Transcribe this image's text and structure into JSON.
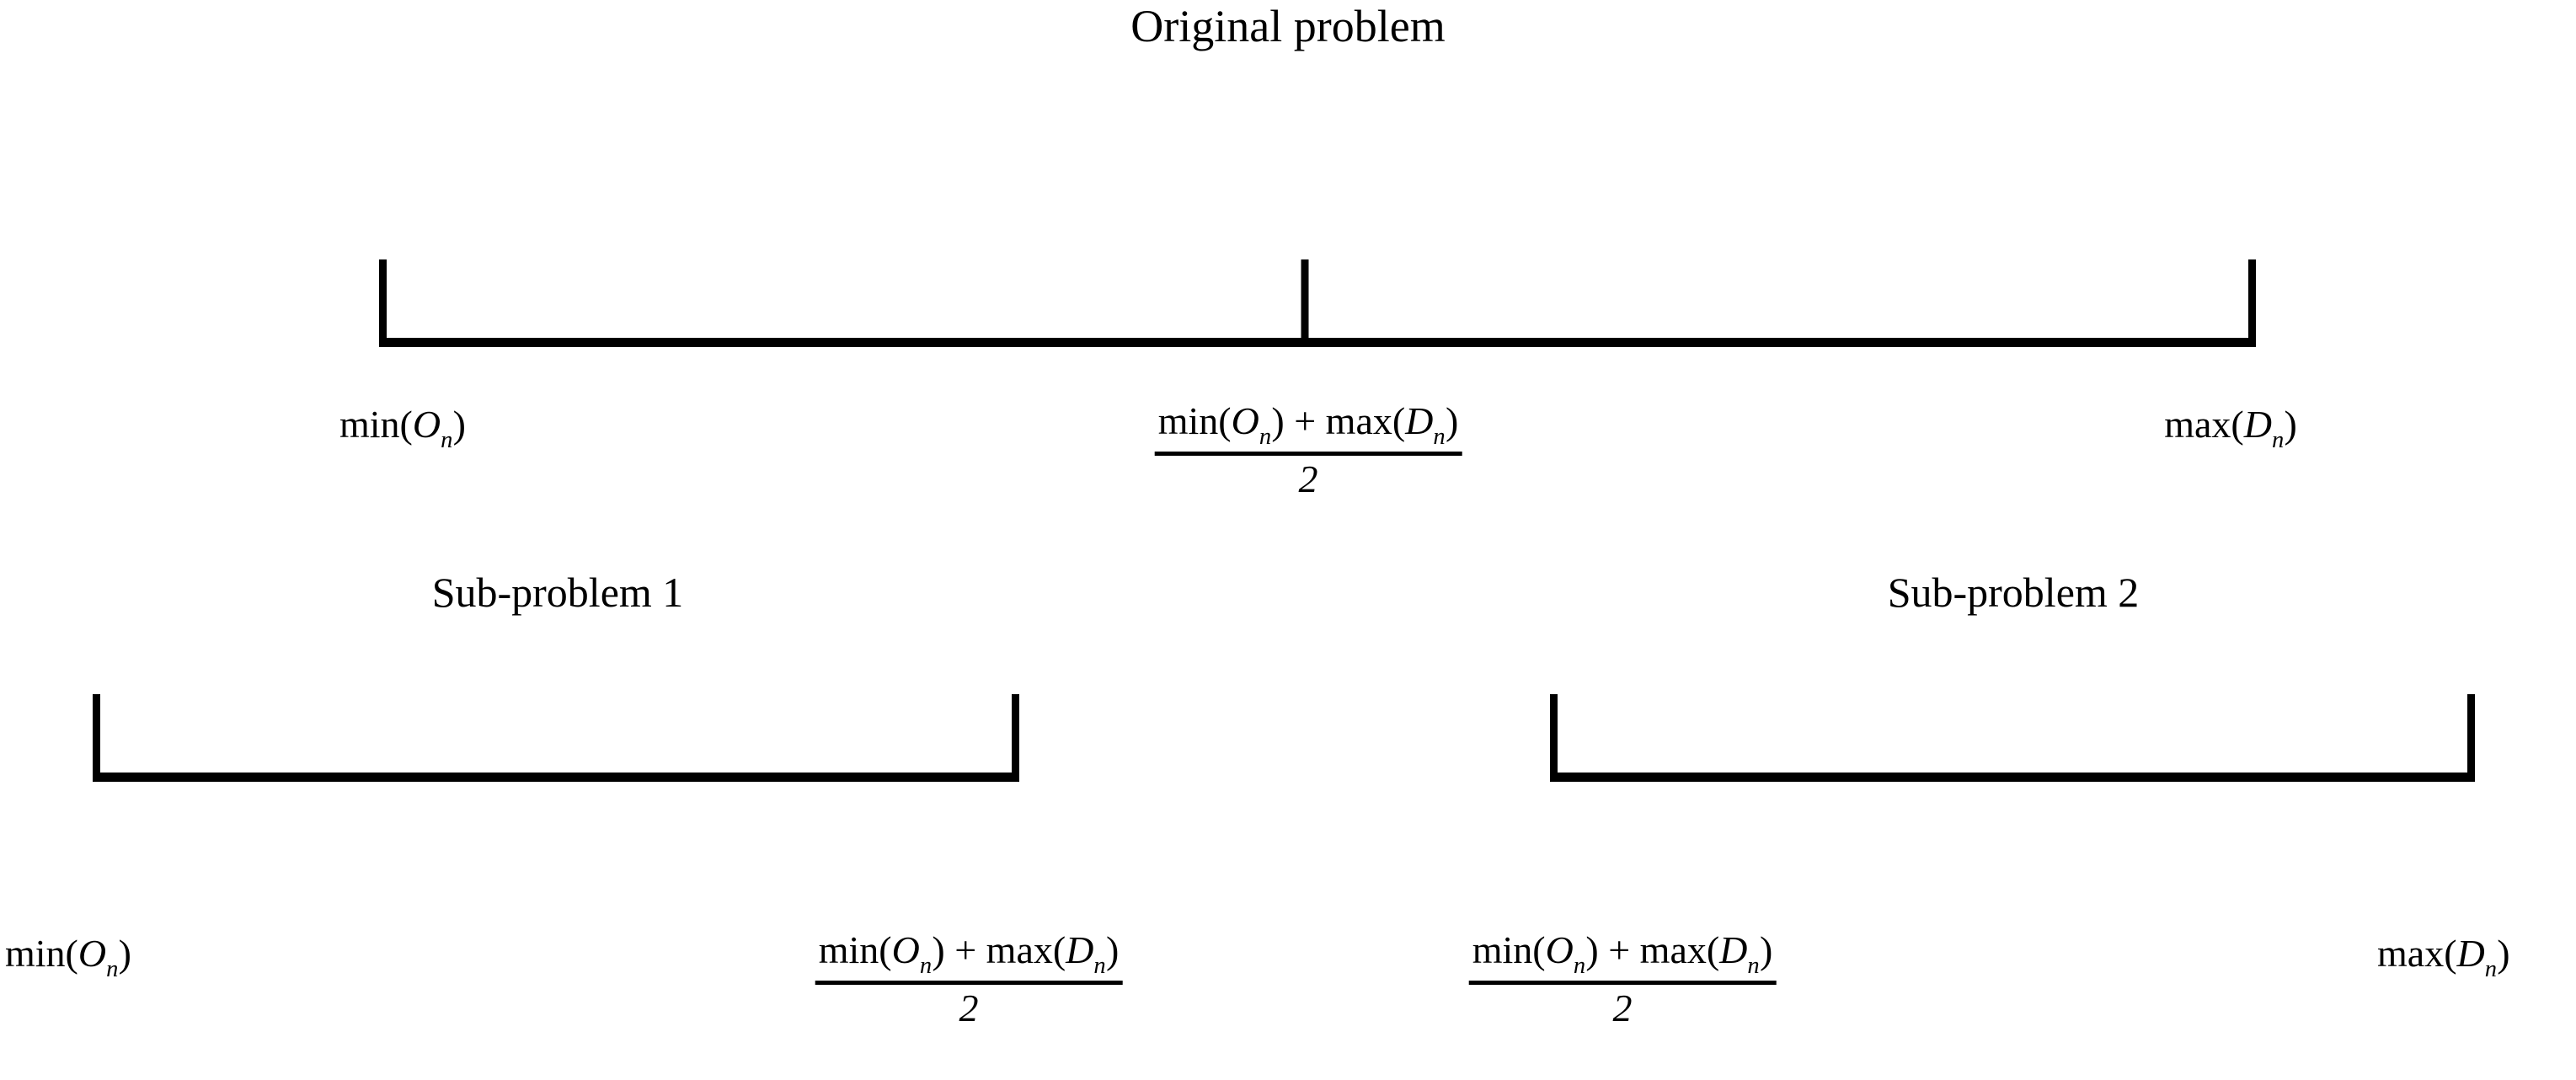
{
  "figure": {
    "title": "Original problem",
    "background_color": "#ffffff",
    "stroke_color": "#000000"
  },
  "math": {
    "min_prefix": "min(",
    "max_prefix": "max(",
    "close_paren": ")",
    "var_O": "O",
    "var_D": "D",
    "subscript_n": "n",
    "plus": " + ",
    "denominator": "2"
  },
  "original_problem": {
    "caption": "Original problem",
    "left_label": {
      "func": "min(",
      "var": "O",
      "sub": "n",
      "close": ")"
    },
    "right_label": {
      "func": "max(",
      "var": "D",
      "sub": "n",
      "close": ")"
    },
    "midpoint_label": {
      "num_func1": "min(",
      "num_var1": "O",
      "num_sub1": "n",
      "num_close1": ")",
      "num_plus": " + ",
      "num_func2": "max(",
      "num_var2": "D",
      "num_sub2": "n",
      "num_close2": ")",
      "den": "2"
    }
  },
  "sub_problems": [
    {
      "caption": "Sub-problem 1",
      "left_label": {
        "func": "min(",
        "var": "O",
        "sub": "n",
        "close": ")"
      },
      "right_label": {
        "num_func1": "min(",
        "num_var1": "O",
        "num_sub1": "n",
        "num_close1": ")",
        "num_plus": " + ",
        "num_func2": "max(",
        "num_var2": "D",
        "num_sub2": "n",
        "num_close2": ")",
        "den": "2"
      }
    },
    {
      "caption": "Sub-problem 2",
      "left_label": {
        "num_func1": "min(",
        "num_var1": "O",
        "num_sub1": "n",
        "num_close1": ")",
        "num_plus": " + ",
        "num_func2": "max(",
        "num_var2": "D",
        "num_sub2": "n",
        "num_close2": ")",
        "den": "2"
      },
      "right_label": {
        "func": "max(",
        "var": "D",
        "sub": "n",
        "close": ")"
      }
    }
  ]
}
